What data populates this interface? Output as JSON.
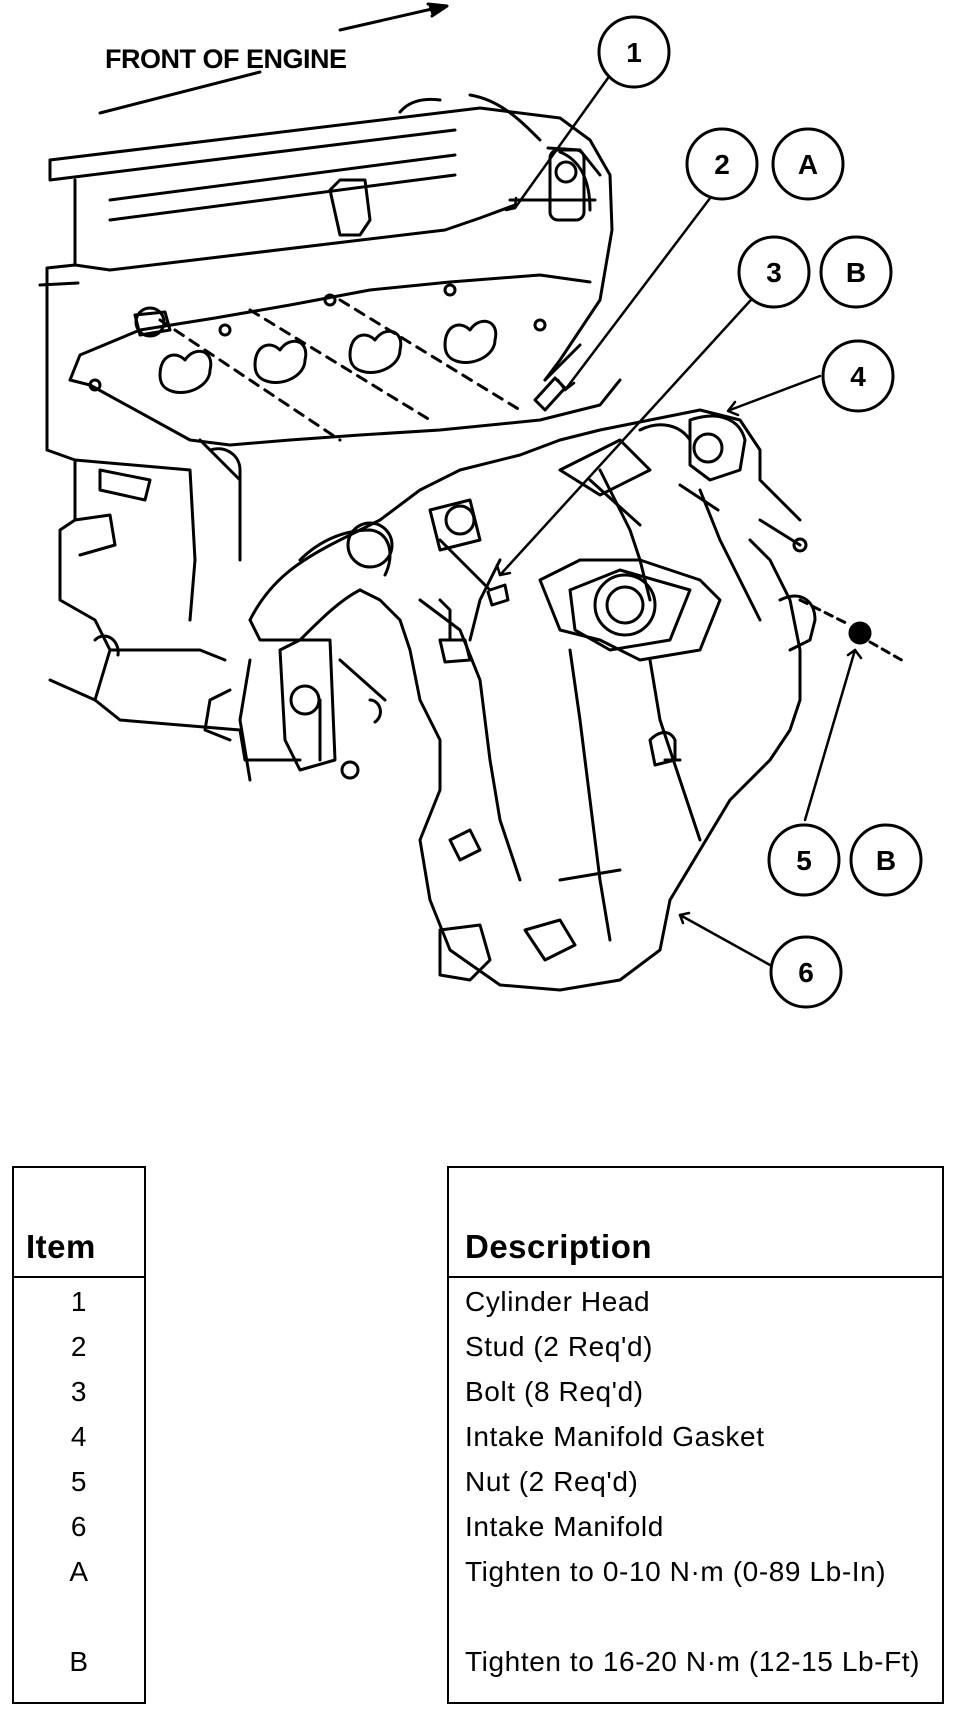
{
  "diagram": {
    "front_label": "FRONT OF ENGINE",
    "callouts": [
      "1",
      "2",
      "A",
      "3",
      "B",
      "4",
      "5",
      "B",
      "6"
    ]
  },
  "legend": {
    "item_header": "Item",
    "description_header": "Description",
    "rows": [
      {
        "item": "1",
        "description": "Cylinder Head"
      },
      {
        "item": "2",
        "description": "Stud (2 Req'd)"
      },
      {
        "item": "3",
        "description": "Bolt (8 Req'd)"
      },
      {
        "item": "4",
        "description": "Intake Manifold Gasket"
      },
      {
        "item": "5",
        "description": "Nut (2 Req'd)"
      },
      {
        "item": "6",
        "description": "Intake Manifold"
      },
      {
        "item": "A",
        "description": "Tighten to 0-10 N·m (0-89 Lb-In)"
      },
      {
        "item": "B",
        "description": "Tighten to 16-20 N·m (12-15 Lb-Ft)"
      }
    ]
  }
}
